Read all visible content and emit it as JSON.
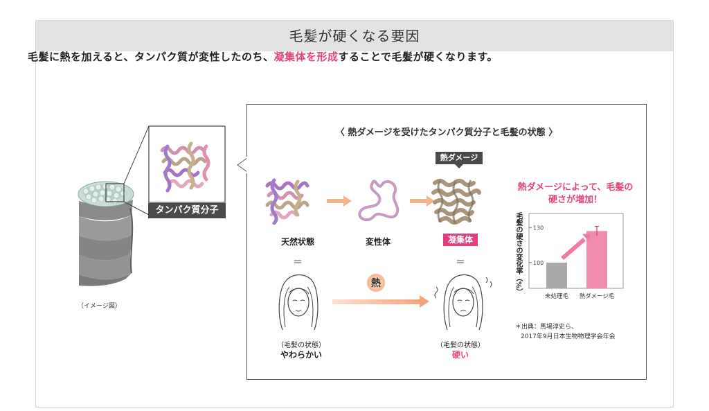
{
  "header": {
    "title": "毛髪が硬くなる要因"
  },
  "lead": {
    "before": "毛髪に熱を加えると、タンパク質が変性したのち、",
    "highlight": "凝集体を形成",
    "after": "することで毛髪が硬くなります。"
  },
  "left": {
    "molecule_label": "タンパク質分子",
    "image_note": "（イメージ図）"
  },
  "diagram": {
    "title": "〈 熱ダメージを受けたタンパク質分子と毛髪の状態 〉",
    "heat_damage_tag": "熱ダメージ",
    "states": {
      "native": "天然状態",
      "denatured": "変性体",
      "aggregate": "凝集体"
    },
    "equals": "＝",
    "heat_label": "熱",
    "soft": {
      "caption": "（毛髪の状態）",
      "value": "やわらかい"
    },
    "hard": {
      "caption": "（毛髪の状態）",
      "value": "硬い"
    },
    "source_note": {
      "line1": "＊出典：馬場淳史ら、",
      "line2": "2017年9月日本生物物理学会年会"
    }
  },
  "colors": {
    "accent_pink": "#e3457f",
    "untreated_bar": "#a9a9a9",
    "damaged_bar": "#f08cae",
    "arrow_orange": "#f2b48a"
  },
  "chart_data": {
    "type": "bar",
    "title": "熱ダメージによって、毛髪の硬さが増加！",
    "ylabel": "毛髪の硬さの変化率（%）",
    "categories": [
      "未処理毛",
      "熱ダメージ毛"
    ],
    "values": [
      100,
      127
    ],
    "yticks": [
      100,
      130
    ],
    "ylim": [
      78,
      142
    ],
    "error_bar": [
      null,
      4
    ],
    "grid": false
  }
}
